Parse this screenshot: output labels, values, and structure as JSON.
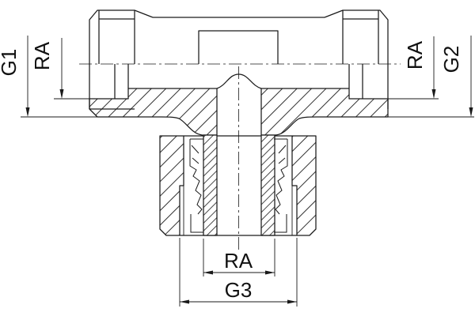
{
  "drawing": {
    "background": "#ffffff",
    "line_color": "#1a1a1a",
    "dimensions": {
      "g1": {
        "label": "G1",
        "side": "left"
      },
      "ra_left": {
        "label": "RA",
        "side": "left"
      },
      "ra_right": {
        "label": "RA",
        "side": "right"
      },
      "g2": {
        "label": "G2",
        "side": "right"
      },
      "ra_bottom": {
        "label": "RA",
        "side": "bottom"
      },
      "g3": {
        "label": "G3",
        "side": "bottom"
      }
    }
  }
}
